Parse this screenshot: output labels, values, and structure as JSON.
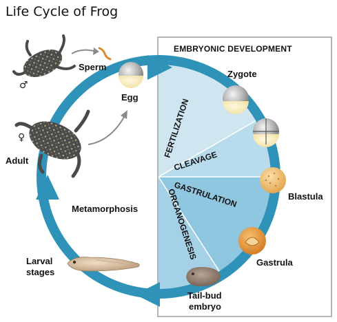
{
  "title": "Life Cycle of Frog",
  "box_title": "EMBRYONIC DEVELOPMENT",
  "labels": {
    "sperm": "Sperm",
    "egg": "Egg",
    "adult": "Adult",
    "metamorphosis": "Metamorphosis",
    "larval_line1": "Larval",
    "larval_line2": "stages",
    "tailbud_line1": "Tail-bud",
    "tailbud_line2": "embryo",
    "zygote": "Zygote",
    "blastula": "Blastula",
    "gastrula": "Gastrula"
  },
  "phases": {
    "fertilization": "FERTILIZATION",
    "cleavage": "CLEAVAGE",
    "gastrulation": "GASTRULATION",
    "organogenesis": "ORGANOGENESIS"
  },
  "symbols": {
    "male": "♂",
    "female": "♀"
  },
  "colors": {
    "cycle_arrow": "#2f92b8",
    "sector_fertilization": "#cfe6f1",
    "sector_cleavage": "#b8dcec",
    "sector_gastrulation": "#8fc6e0",
    "sector_organogenesis": "#a5d1e6",
    "box_border": "#9a9a9a",
    "frog": "#4a4a4a"
  }
}
